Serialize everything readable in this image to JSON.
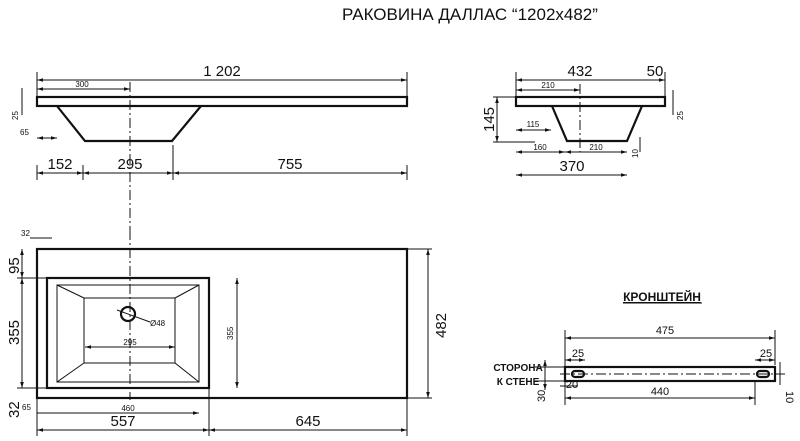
{
  "title": "РАКОВИНА  ДАЛЛАС “1202x482”",
  "side_view": {
    "total": "1 202",
    "hole_offset": "300",
    "thickness": "25",
    "edge": "65",
    "left": "152",
    "bowl": "295",
    "right": "755"
  },
  "section_view": {
    "depth_total": "432",
    "edge_back": "50",
    "center": "210",
    "height": "145",
    "inner": "115",
    "bottom_left": "160",
    "bottom_right": "210",
    "bottom_total": "370",
    "thickness": "25",
    "bottom_thickness": "10"
  },
  "plan_view": {
    "edge_top": "32",
    "back": "95",
    "bowl_depth": "355",
    "front": "32",
    "front_edge": "65",
    "bowl_inner_width": "295",
    "drain": "Ø48",
    "bowl_depth_right": "355",
    "depth": "482",
    "bowl_width": "460",
    "left_width": "557",
    "right_width": "645"
  },
  "bracket": {
    "title": "КРОНШТЕЙН",
    "wall_side_1": "СТОРОНА",
    "wall_side_2": "К СТЕНЕ",
    "length": "475",
    "slot_left": "25",
    "slot_right": "25",
    "slot_offset": "20",
    "hole_span": "440",
    "height": "30",
    "thickness": "10"
  }
}
